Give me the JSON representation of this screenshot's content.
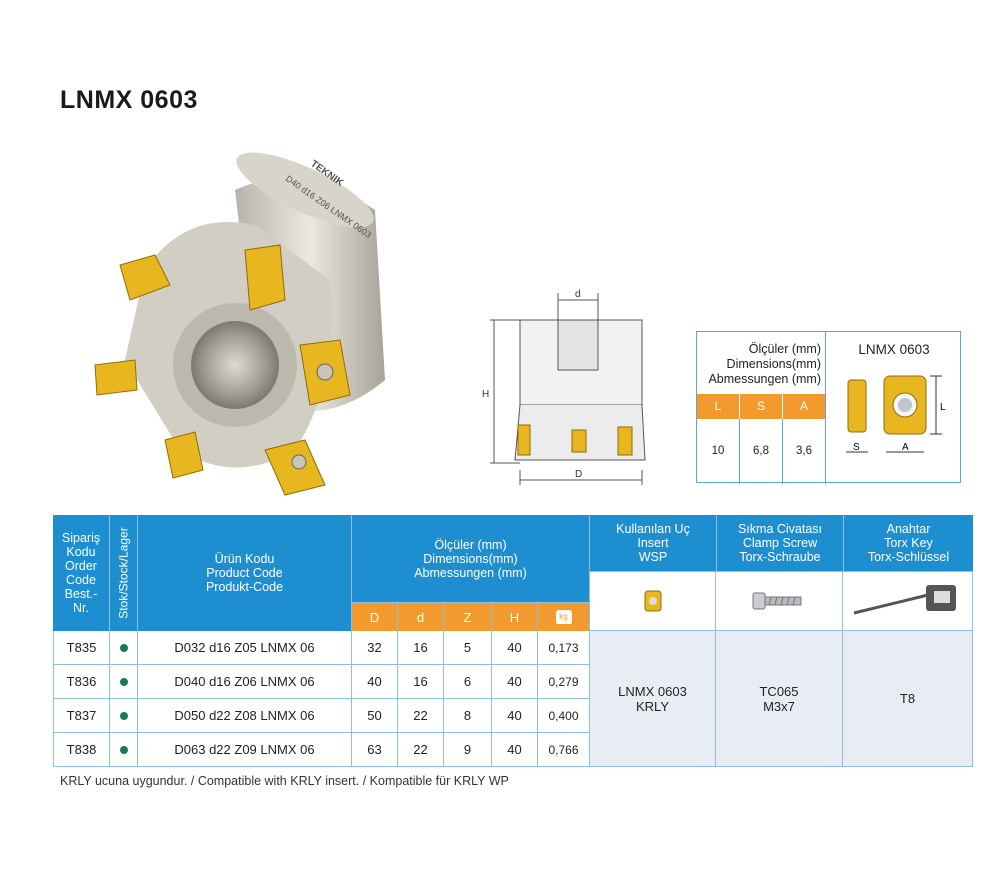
{
  "title": "LNMX 0603",
  "tool_image": {
    "engraving_1": "D40 d16 Z06 LNMX 0603",
    "brand": "TEKNIK"
  },
  "drawing": {
    "label_d": "d",
    "label_H": "H",
    "label_D": "D"
  },
  "insert_box": {
    "header_lines": [
      "Ölçüler (mm)",
      "Dimensions(mm)",
      "Abmessungen (mm)"
    ],
    "code": "LNMX 0603",
    "columns": [
      "L",
      "S",
      "A"
    ],
    "values": [
      "10",
      "6,8",
      "3,6"
    ],
    "drawing_labels": {
      "L": "L",
      "S": "S",
      "A": "A"
    }
  },
  "table": {
    "col_order": [
      "Sipariş",
      "Kodu",
      "Order",
      "Code",
      "Best.-",
      "Nr."
    ],
    "col_stock": "Stok/Stock/Lager",
    "col_product": [
      "Ürün Kodu",
      "Product Code",
      "Produkt-Code"
    ],
    "col_dims": [
      "Ölçüler (mm)",
      "Dimensions(mm)",
      "Abmessungen (mm)"
    ],
    "dim_columns": [
      "D",
      "d",
      "Z",
      "H"
    ],
    "weight_icon": "kg",
    "col_insert": [
      "Kullanılan Uç",
      "Insert",
      "WSP"
    ],
    "col_screw": [
      "Sıkma Civatası",
      "Clamp Screw",
      "Torx-Schraube"
    ],
    "col_key": [
      "Anahtar",
      "Torx Key",
      "Torx-Schlüssel"
    ],
    "rows": [
      {
        "order": "T835",
        "product": "D032 d16 Z05 LNMX 06",
        "D": "32",
        "d": "16",
        "Z": "5",
        "H": "40",
        "kg": "0,173"
      },
      {
        "order": "T836",
        "product": "D040 d16 Z06 LNMX 06",
        "D": "40",
        "d": "16",
        "Z": "6",
        "H": "40",
        "kg": "0,279"
      },
      {
        "order": "T837",
        "product": "D050 d22 Z08 LNMX 06",
        "D": "50",
        "d": "22",
        "Z": "8",
        "H": "40",
        "kg": "0,400"
      },
      {
        "order": "T838",
        "product": "D063 d22 Z09 LNMX 06",
        "D": "63",
        "d": "22",
        "Z": "9",
        "H": "40",
        "kg": "0,766"
      }
    ],
    "insert_value": [
      "LNMX 0603",
      "KRLY"
    ],
    "screw_value": [
      "TC065",
      "M3x7"
    ],
    "key_value": "T8"
  },
  "footnote": "KRLY ucuna uygundur. / Compatible with KRLY insert. / Kompatible für KRLY WP"
}
